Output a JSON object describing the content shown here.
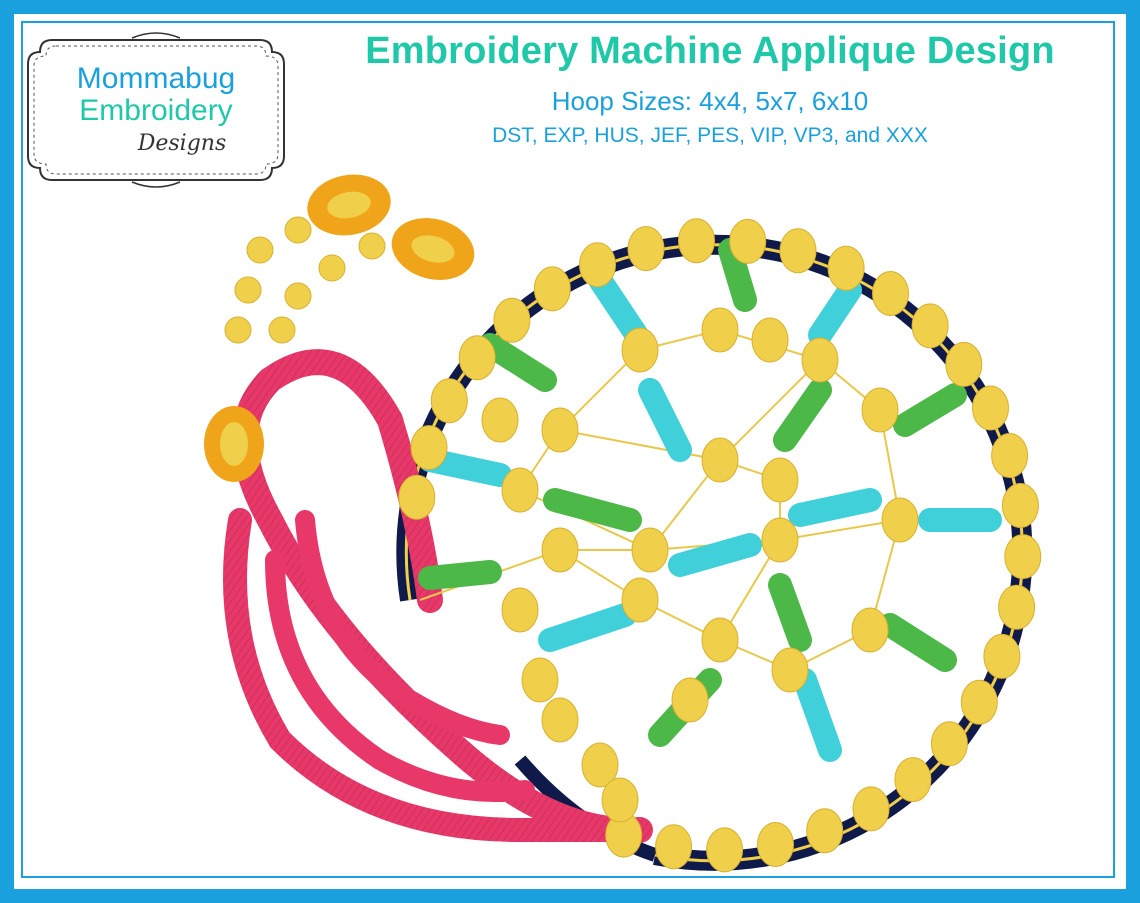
{
  "logo": {
    "line1": "Mommabug",
    "line2": "Embroidery",
    "line3": "Designs"
  },
  "header": {
    "title": "Embroidery Machine Applique Design",
    "hoop_sizes": "Hoop Sizes: 4x4, 5x7, 6x10",
    "formats": "DST, EXP, HUS, JEF, PES, VIP, VP3, and XXX"
  },
  "colors": {
    "frame": "#1aa0dc",
    "title": "#1ec8a8",
    "snail_body": "#e8386a",
    "shell_outline": "#101a4a",
    "bead": "#f0cf4a",
    "eye": "#f0a41a",
    "cyan_stroke": "#3fd0da",
    "green_stroke": "#4cb848"
  }
}
